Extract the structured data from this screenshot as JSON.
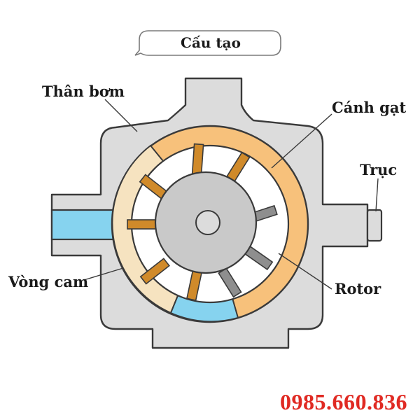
{
  "title": "Cấu tạo",
  "labels": {
    "than_bom": "Thân bơm",
    "canh_gat": "Cánh gạt",
    "truc": "Trục",
    "vong_cam": "Vòng cam",
    "rotor": "Rotor"
  },
  "phone": "0985.660.836",
  "colors": {
    "body": "#dcdcdc",
    "outline": "#3a3a3a",
    "cam_ring": "#f7c17b",
    "cam_ring_light": "#f6e3c0",
    "vane": "#d08a2a",
    "vane_gray": "#8e8e8e",
    "rotor": "#c9c9c9",
    "port_blue": "#86d3ef",
    "phone": "#e02a23"
  }
}
